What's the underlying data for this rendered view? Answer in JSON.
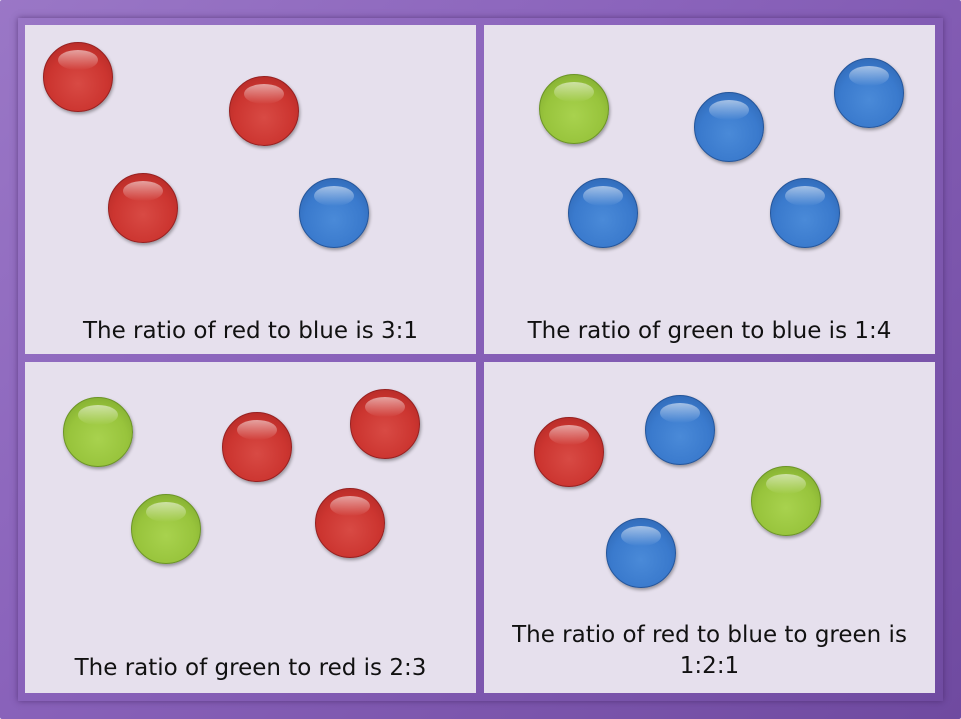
{
  "colors": {
    "frame": "#8a63bb",
    "panel": "#e6e0ed",
    "red": "#cc3530",
    "blue": "#3a7acd",
    "green": "#98c43c"
  },
  "panels": [
    {
      "id": "top-left",
      "caption": "The ratio of red to blue is 3:1",
      "ball_colors": [
        "red",
        "red",
        "red",
        "blue"
      ]
    },
    {
      "id": "top-right",
      "caption": "The ratio of green to blue is 1:4",
      "ball_colors": [
        "green",
        "blue",
        "blue",
        "blue",
        "blue"
      ]
    },
    {
      "id": "bottom-left",
      "caption": "The ratio of green to red is 2:3",
      "ball_colors": [
        "green",
        "green",
        "red",
        "red",
        "red"
      ]
    },
    {
      "id": "bottom-right",
      "caption_line1": "The ratio of red to blue to green is",
      "caption_line2": "1:2:1",
      "ball_colors": [
        "red",
        "blue",
        "blue",
        "green"
      ]
    }
  ]
}
